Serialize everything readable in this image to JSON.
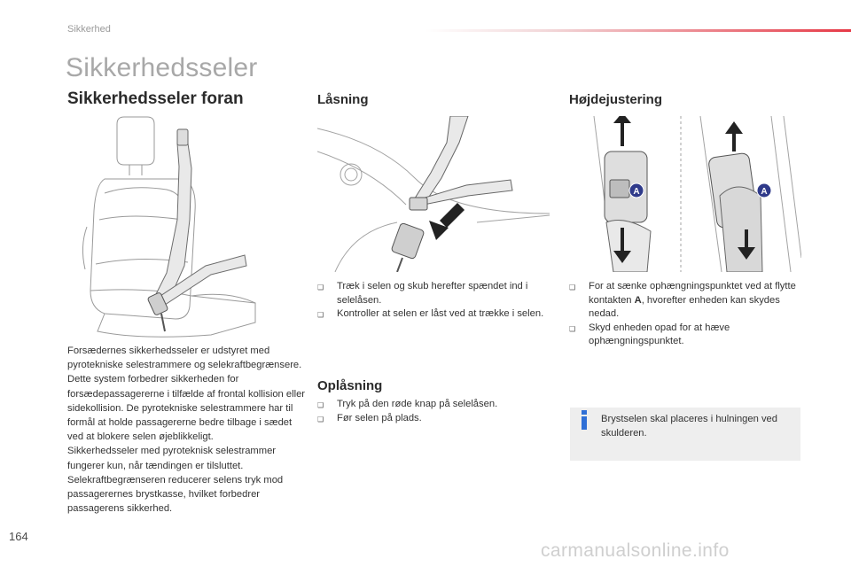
{
  "header": {
    "section_label": "Sikkerhed",
    "accent_color": "#e63946"
  },
  "page": {
    "title": "Sikkerhedsseler",
    "number": "164"
  },
  "front": {
    "heading": "Sikkerhedsseler foran",
    "paragraphs": [
      "Forsædernes sikkerhedsseler er udstyret med pyrotekniske selestrammere og selekraftbegrænsere.",
      "Dette system forbedrer sikkerheden for forsædepassagererne i tilfælde af frontal kollision eller sidekollision. De pyrotekniske selestrammere har til formål at holde passagererne bedre tilbage i sædet ved at blokere selen øjeblikkeligt.",
      "Sikkerhedsseler med pyroteknisk selestrammer fungerer kun, når tændingen er tilsluttet.",
      "Selekraftbegrænseren reducerer selens tryk mod passagerernes brystkasse, hvilket forbedrer passagerens sikkerhed."
    ]
  },
  "locking": {
    "heading": "Låsning",
    "steps": [
      "Træk i selen og skub herefter spændet ind i selelåsen.",
      "Kontroller at selen er låst ved at trække i selen."
    ]
  },
  "unlocking": {
    "heading": "Oplåsning",
    "steps": [
      "Tryk på den røde knap på selelåsen.",
      "Før selen på plads."
    ]
  },
  "height": {
    "heading": "Højdejustering",
    "steps": [
      [
        "For at sænke ophængningspunktet ved at flytte kontakten ",
        "A",
        ", hvorefter enheden kan skydes nedad."
      ],
      [
        "Skyd enheden opad for at hæve ophængningspunktet."
      ]
    ],
    "marker_label": "A"
  },
  "info": {
    "text": "Brystselen skal placeres i hulningen ved skulderen.",
    "icon_color": "#2f6fd6"
  },
  "bullet_glyph": "❑",
  "watermark": "carmanualsonline.info"
}
